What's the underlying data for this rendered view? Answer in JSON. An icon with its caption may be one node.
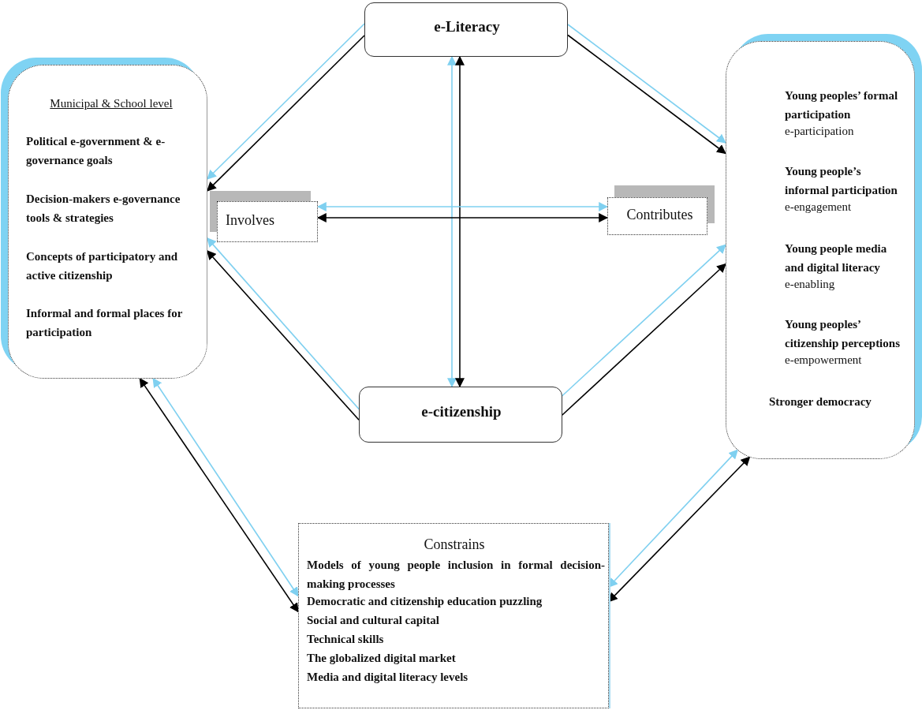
{
  "diagram": {
    "nodes": [
      {
        "text": [
          "e-Literacy"
        ]
      },
      {
        "text": [
          "Municipal & School level",
          "Political e-government & e-governance goals",
          "Decision-makers e-governance tools & strategies",
          "Concepts of participatory and active citizenship",
          "Informal and formal places for participation"
        ]
      },
      {
        "text": [
          "Involves"
        ]
      },
      {
        "text": [
          "Young peoples’ formal participation",
          "e-participation",
          "Young people’s informal participation",
          "e-engagement",
          "Young people media and digital literacy",
          "e-enabling",
          "Young peoples’ citizenship perceptions",
          "e-empowerment",
          "Stronger democracy"
        ]
      },
      {
        "text": [
          "Contributes"
        ]
      },
      {
        "text": [
          "e-citizenship"
        ]
      },
      {
        "text": [
          "Constrains",
          "Models of young people inclusion in formal decision-making processes",
          "Democratic and citizenship education puzzling",
          "Social and cultural capital",
          "Technical skills",
          "The globalized digital market",
          "Media and digital literacy levels"
        ]
      }
    ],
    "edges": [
      {
        "from": 0,
        "to": 1,
        "arrow": "to",
        "color": "#7fd0f0"
      },
      {
        "from": 0,
        "to": 1,
        "arrow": "to",
        "color": "#000000"
      },
      {
        "from": 0,
        "to": 3,
        "arrow": "to",
        "color": "#7fd0f0"
      },
      {
        "from": 0,
        "to": 3,
        "arrow": "to",
        "color": "#000000"
      },
      {
        "from": 0,
        "to": 5,
        "arrow": "both",
        "color": "#7fd0f0"
      },
      {
        "from": 0,
        "to": 5,
        "arrow": "both",
        "color": "#000000"
      },
      {
        "from": 2,
        "to": 4,
        "arrow": "both",
        "color": "#7fd0f0"
      },
      {
        "from": 2,
        "to": 4,
        "arrow": "both",
        "color": "#000000"
      },
      {
        "from": 5,
        "to": 1,
        "arrow": "to",
        "color": "#7fd0f0"
      },
      {
        "from": 5,
        "to": 1,
        "arrow": "to",
        "color": "#000000"
      },
      {
        "from": 5,
        "to": 3,
        "arrow": "to",
        "color": "#7fd0f0"
      },
      {
        "from": 5,
        "to": 3,
        "arrow": "to",
        "color": "#000000"
      },
      {
        "from": 1,
        "to": 6,
        "arrow": "both",
        "color": "#7fd0f0"
      },
      {
        "from": 1,
        "to": 6,
        "arrow": "both",
        "color": "#000000"
      },
      {
        "from": 6,
        "to": 3,
        "arrow": "both",
        "color": "#7fd0f0"
      },
      {
        "from": 6,
        "to": 3,
        "arrow": "both",
        "color": "#000000"
      }
    ]
  }
}
